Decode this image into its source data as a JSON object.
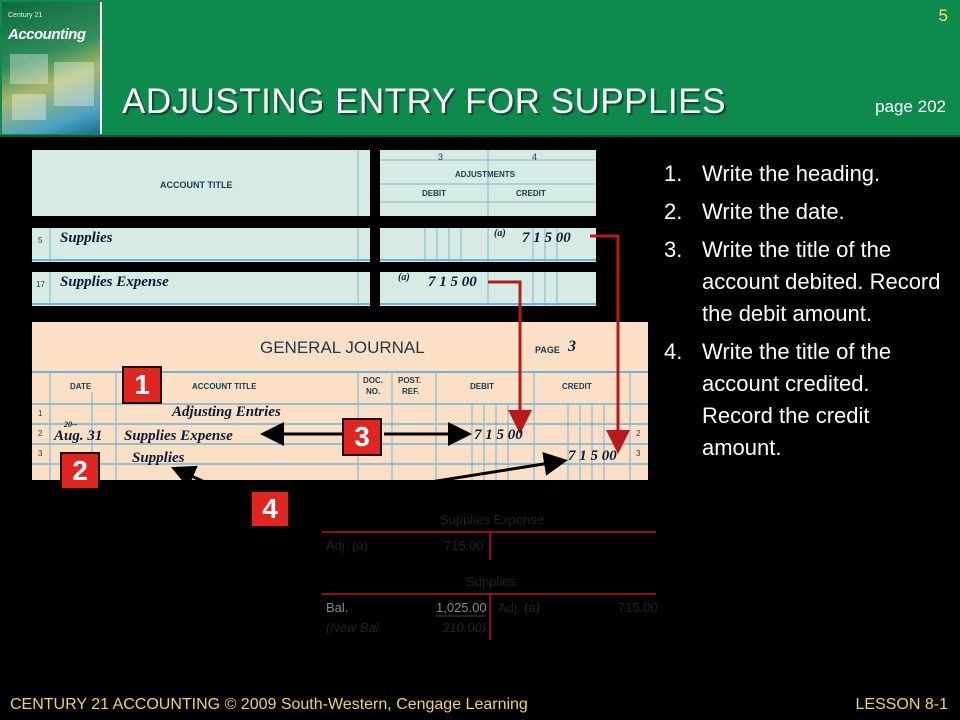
{
  "header": {
    "title": "ADJUSTING ENTRY FOR SUPPLIES",
    "slide_number": "5",
    "page_reference": "page 202",
    "cover_brand": "Accounting",
    "cover_tiny": "Century 21"
  },
  "steps": [
    {
      "num": "1.",
      "text": "Write the heading."
    },
    {
      "num": "2.",
      "text": "Write the date."
    },
    {
      "num": "3.",
      "text": "Write the title of the account debited. Record the debit amount."
    },
    {
      "num": "4.",
      "text": "Write the title of the account credited. Record the credit amount."
    }
  ],
  "worksheet": {
    "col3": "3",
    "col4": "4",
    "account_title_header": "ACCOUNT TITLE",
    "adjustments_header": "ADJUSTMENTS",
    "debit_header": "DEBIT",
    "credit_header": "CREDIT",
    "row1_no": "5",
    "row1_title": "Supplies",
    "row1_mark": "(a)",
    "row1_credit": "7 1 5 00",
    "row2_no": "17",
    "row2_title": "Supplies Expense",
    "row2_mark": "(a)",
    "row2_debit": "7 1 5 00"
  },
  "journal": {
    "title": "GENERAL JOURNAL",
    "page_label": "PAGE",
    "page_value": "3",
    "date_header": "DATE",
    "account_title_header": "ACCOUNT TITLE",
    "doc_header_1": "DOC.",
    "doc_header_2": "NO.",
    "post_header_1": "POST.",
    "post_header_2": "REF.",
    "debit_header": "DEBIT",
    "credit_header": "CREDIT",
    "line1_no": "1",
    "line2_no": "2",
    "line3_no": "3",
    "line1_title": "Adjusting Entries",
    "year": "20--",
    "date_month": "Aug. 31",
    "line2_title": "Supplies Expense",
    "line2_debit": "7 1 5 00",
    "line3_title": "Supplies",
    "line3_credit": "7 1 5 00"
  },
  "t_accounts": {
    "expense_title": "Supplies Expense",
    "expense_debit_label": "Adj. (a)",
    "expense_debit_value": "715.00",
    "supplies_title": "Supplies",
    "bal_label": "Bal.",
    "bal_value": "1,025.00",
    "new_bal_label": "(New Bal.",
    "new_bal_value": "310.00)",
    "credit_label": "Adj. (a)",
    "credit_value": "715.00"
  },
  "badges": {
    "b1": "1",
    "b2": "2",
    "b3": "3",
    "b4": "4"
  },
  "footer": {
    "left": "CENTURY 21 ACCOUNTING © 2009 South-Western, Cengage Learning",
    "right": "LESSON  8-1"
  },
  "colors": {
    "header_green": "#0f8a4f",
    "accent_yellow": "#f2d35b",
    "badge_red": "#e0261e",
    "arrow_red": "#b8191a",
    "worksheet_green": "#d6ebe3",
    "journal_peach": "#fbe0c6"
  }
}
